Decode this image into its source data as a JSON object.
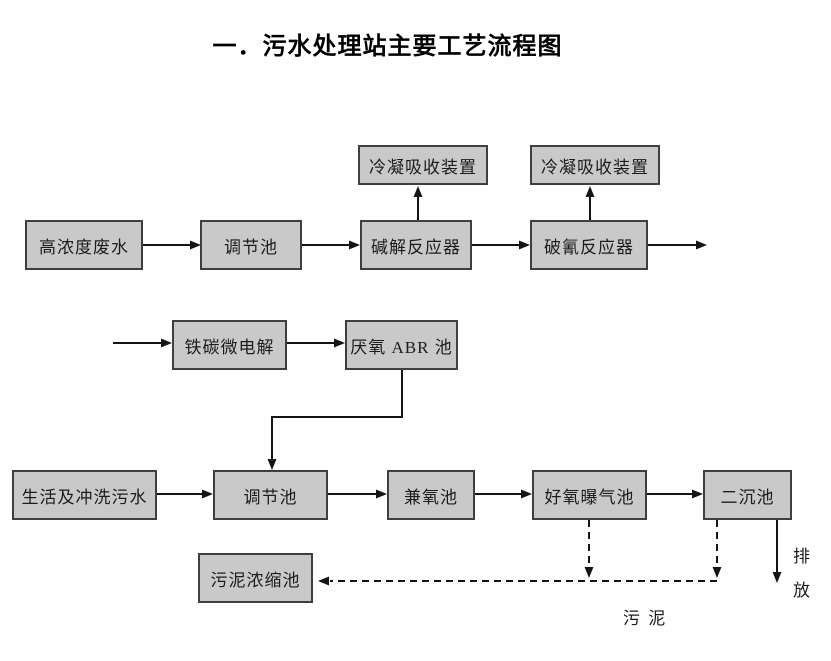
{
  "page": {
    "title": "一．污水处理站主要工艺流程图"
  },
  "diagram": {
    "boxes": {
      "condenser_left": "冷凝吸收装置",
      "condenser_right": "冷凝吸收装置",
      "high_conc": "高浓度废水",
      "regulation_top": "调节池",
      "alkaline_reactor": "碱解反应器",
      "cyanide_reactor": "破氰反应器",
      "iron_carbon": "铁碳微电解",
      "anaerobic_abr": "厌氧 ABR 池",
      "domestic": "生活及冲洗污水",
      "regulation_bottom": "调节池",
      "facultative": "兼氧池",
      "aerobic": "好氧曝气池",
      "secondary_sed": "二沉池",
      "sludge_thickener": "污泥浓缩池"
    },
    "labels": {
      "discharge": "排放",
      "sludge": "污 泥"
    },
    "colors": {
      "box_fill": "#c9c9c9",
      "box_border": "#3f3f3f",
      "line": "#151515",
      "background": "#ffffff"
    }
  }
}
